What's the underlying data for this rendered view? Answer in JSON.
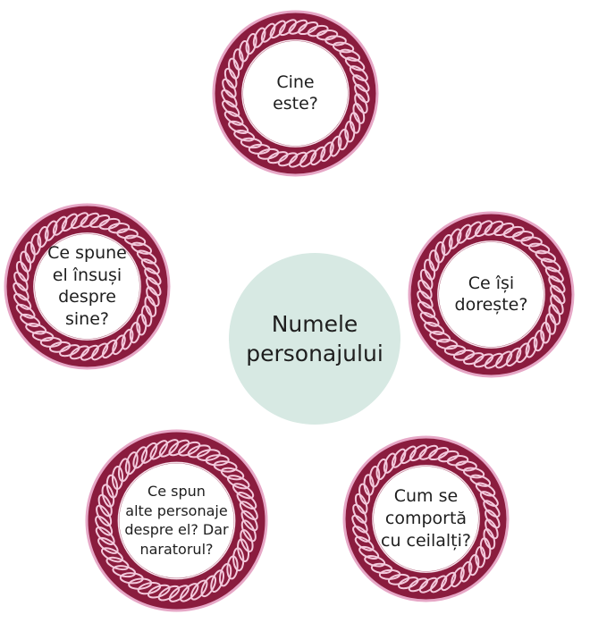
{
  "center": {
    "label": "Numele\npersonajului"
  },
  "nodes": [
    {
      "label": "Cine\neste?"
    },
    {
      "label": "Ce spune\nel însuși\ndespre\nsine?"
    },
    {
      "label": "Ce își\ndorește?"
    },
    {
      "label": "Ce spun\nalte personaje\ndespre el? Dar\nnaratorul?"
    },
    {
      "label": "Cum se\ncomportă\ncu ceilalți?"
    }
  ],
  "colors": {
    "ring_band": "#8a1c3e",
    "ring_outline": "#e6a7c6",
    "chain_link": "#f3c9dc",
    "center_fill": "#d7e9e3",
    "text": "#1e1e1e"
  }
}
